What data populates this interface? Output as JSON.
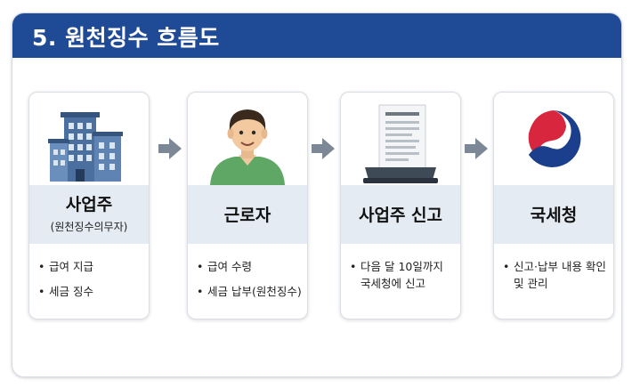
{
  "header": {
    "title": "5. 원천징수 흐름도"
  },
  "steps": [
    {
      "title": "사업주",
      "subtitle": "(원천징수의무자)",
      "bullets": [
        "급여 지급",
        "세금 징수"
      ]
    },
    {
      "title": "근로자",
      "subtitle": "",
      "bullets": [
        "급여 수령",
        "세금 납부(원천징수)"
      ]
    },
    {
      "title": "사업주 신고",
      "subtitle": "",
      "bullets": [
        "다음 달 10일까지",
        "국세청에 신고"
      ]
    },
    {
      "title": "국세청",
      "subtitle": "",
      "bullets": [
        "신고·납부 내용 확인",
        "및 관리"
      ]
    }
  ],
  "bullet_glyph": "•",
  "colors": {
    "header": "#1f4a96",
    "band": "#e5ebf3",
    "arrow": "#7d8896"
  },
  "icons": [
    "building-icon",
    "worker-person-icon",
    "document-report-icon",
    "nts-taegeuk-logo-icon"
  ]
}
